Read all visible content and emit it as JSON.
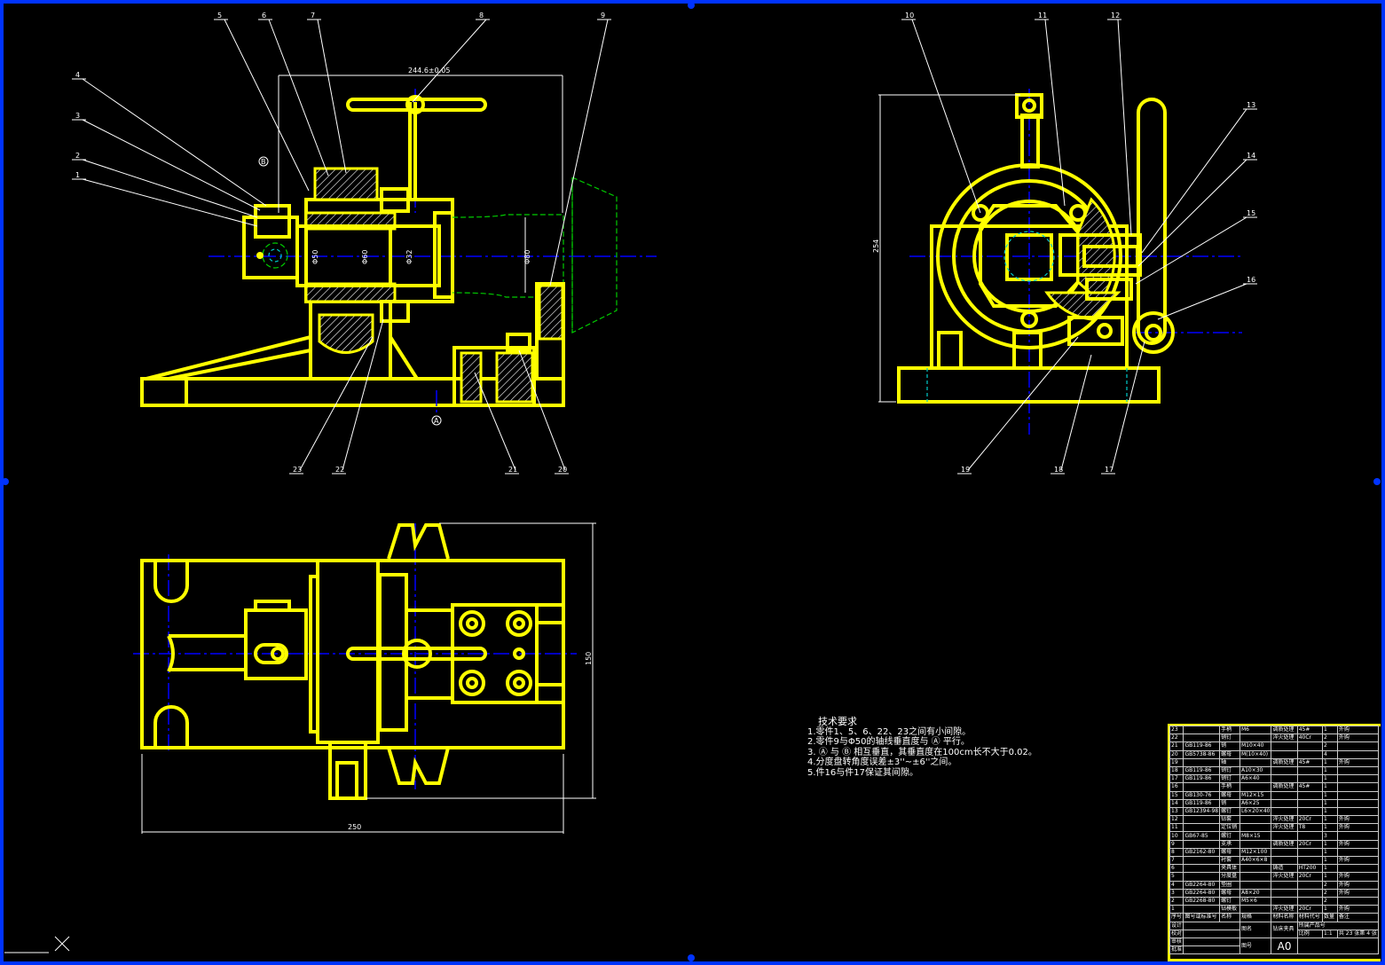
{
  "drawing": {
    "callouts": [
      "1",
      "2",
      "3",
      "4",
      "5",
      "6",
      "7",
      "8",
      "9",
      "10",
      "11",
      "12",
      "13",
      "14",
      "15",
      "16",
      "17",
      "18",
      "19",
      "20",
      "21",
      "22",
      "23"
    ],
    "datums": {
      "a": "A",
      "b": "B"
    },
    "dimensions": {
      "top_width": "244.6±0.05",
      "right_height": "254",
      "plan_width": "250",
      "plan_height": "150",
      "d1": "Φ50",
      "d2": "Φ32",
      "d3": "Φ60",
      "d4": "Φ80"
    }
  },
  "technical_requirements": {
    "title": "技术要求",
    "items": [
      "1.零件1、5、6、22、23之间有小间隙。",
      "2.零件9与Φ50的轴线垂直度与 Ⓐ 平行。",
      "3. Ⓐ 与 Ⓑ 相互垂直，其垂直度在100cm长不大于0.02。",
      "4.分度盘转角度误差±3''~±6''之间。",
      "5.件16与件17保证其间隙。"
    ]
  },
  "parts_list": {
    "rows": [
      [
        "23",
        "",
        "手柄",
        "M6",
        "调质处理",
        "45#",
        "1",
        "外购"
      ],
      [
        "22",
        "",
        "销钉",
        "",
        "淬火处理",
        "40Cr",
        "2",
        "外购"
      ],
      [
        "21",
        "GB119-86",
        "销",
        "M10×40",
        "",
        "",
        "2",
        ""
      ],
      [
        "20",
        "GB5738-86",
        "螺母",
        "M(10×40)",
        "",
        "",
        "4",
        ""
      ],
      [
        "19",
        "",
        "轴",
        "",
        "调质处理",
        "45#",
        "1",
        "外购"
      ],
      [
        "18",
        "GB119-86",
        "销钉",
        "A10×30",
        "",
        "",
        "1",
        ""
      ],
      [
        "17",
        "GB119-86",
        "销钉",
        "A6×40",
        "",
        "",
        "1",
        ""
      ],
      [
        "16",
        "",
        "手柄",
        "",
        "调质处理",
        "45#",
        "1",
        ""
      ],
      [
        "15",
        "GB130-76",
        "螺母",
        "M12×15",
        "",
        "",
        "1",
        ""
      ],
      [
        "14",
        "GB119-86",
        "销",
        "A6×25",
        "",
        "",
        "1",
        ""
      ],
      [
        "13",
        "GB12394-98",
        "螺钉",
        "L6×20×40",
        "",
        "",
        "1",
        ""
      ],
      [
        "12",
        "",
        "钻套",
        "",
        "淬火处理",
        "20Cr",
        "1",
        "外购"
      ],
      [
        "11",
        "",
        "定位销",
        "",
        "淬火处理",
        "T8",
        "1",
        "外购"
      ],
      [
        "10",
        "GB67-85",
        "螺钉",
        "M8×15",
        "",
        "",
        "3",
        ""
      ],
      [
        "9",
        "",
        "支承",
        "",
        "调质处理",
        "20Cr",
        "1",
        "外购"
      ],
      [
        "8",
        "GB2162-80",
        "螺母",
        "M12×100",
        "",
        "",
        "1",
        ""
      ],
      [
        "7",
        "",
        "衬套",
        "A40×6×8",
        "",
        "",
        "1",
        "外购"
      ],
      [
        "6",
        "",
        "夹具体",
        "",
        "铸造",
        "HT200",
        "1",
        ""
      ],
      [
        "5",
        "",
        "分度盘",
        "",
        "淬火处理",
        "20Cr",
        "1",
        "外购"
      ],
      [
        "4",
        "GB2264-80",
        "垫圈",
        "",
        "",
        "",
        "2",
        "外购"
      ],
      [
        "3",
        "GB2264-80",
        "螺母",
        "A8×20",
        "",
        "",
        "2",
        "外购"
      ],
      [
        "2",
        "GB2268-80",
        "螺钉",
        "M5×6",
        "",
        "",
        "2",
        ""
      ],
      [
        "1",
        "",
        "钻模板",
        "",
        "淬火处理",
        "20Cr",
        "1",
        "外购"
      ]
    ],
    "header": [
      "序号",
      "图号或标准号",
      "名称",
      "规格",
      "材料名称",
      "材料代号",
      "数量",
      "备注"
    ],
    "sign": [
      "设计",
      "校对",
      "审核",
      "批准"
    ],
    "drawing_name_label": "图名",
    "drawing_name": "钻床夹具",
    "drawing_no_label": "图号",
    "drawing_no": "A0",
    "product_no_label": "所属产品号",
    "scale_label": "比例",
    "scale": "1:1",
    "sheets": "共 23 张第 4 张"
  }
}
